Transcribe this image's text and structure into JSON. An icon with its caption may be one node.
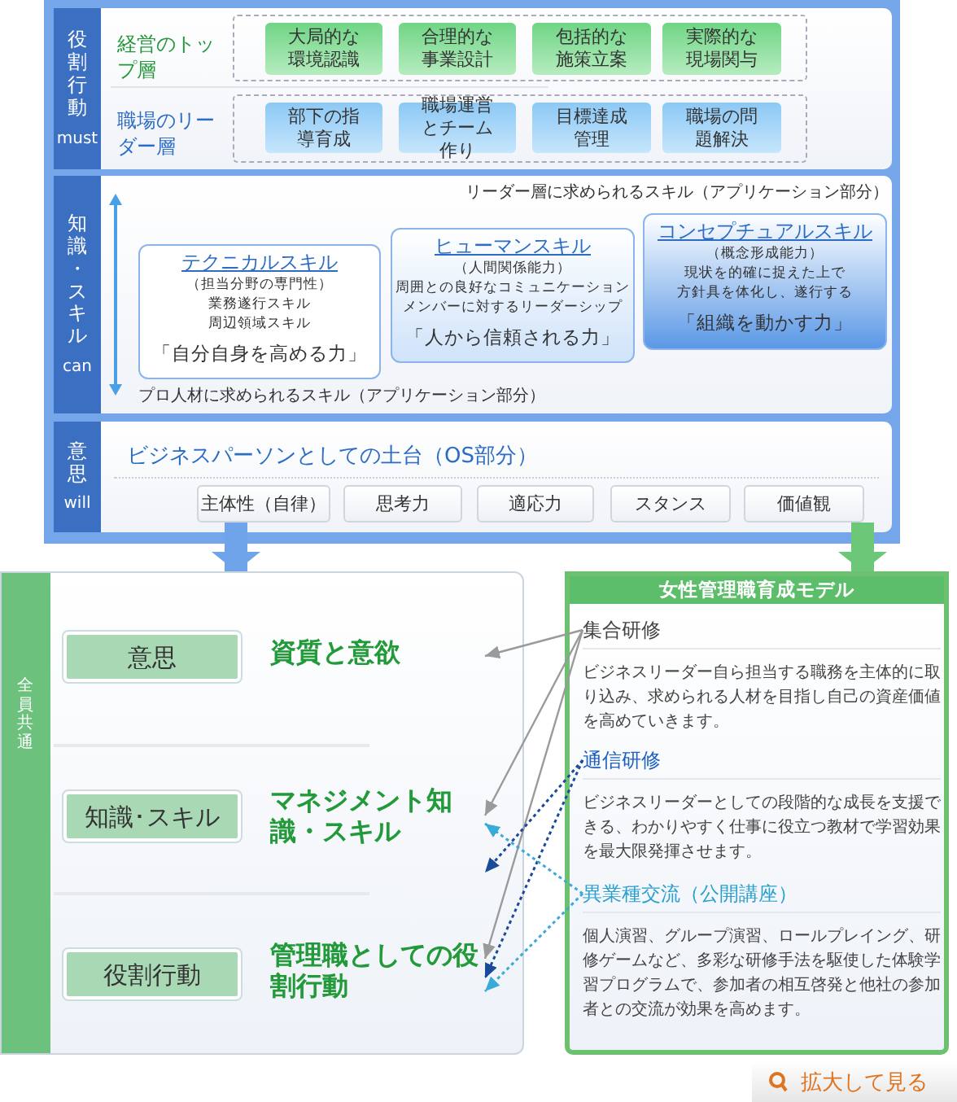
{
  "diagram": {
    "nodes": [
      {
        "text": [
          "役割行動",
          "must"
        ]
      },
      {
        "text": [
          "大局的な環境認識"
        ]
      },
      {
        "text": [
          "合理的な事業設計"
        ]
      },
      {
        "text": [
          "包括的な施策立案"
        ]
      },
      {
        "text": [
          "実際的な現場関与"
        ]
      },
      {
        "text": [
          "部下の指導育成"
        ]
      },
      {
        "text": [
          "職場運営とチーム作り"
        ]
      },
      {
        "text": [
          "目標達成管理"
        ]
      },
      {
        "text": [
          "職場の問題解決"
        ]
      },
      {
        "text": [
          "知識・スキル",
          "can"
        ]
      },
      {
        "text": [
          "テクニカルスキル",
          "（担当分野の専門性）",
          "業務遂行スキル",
          "周辺領域スキル",
          "「自分自身を高める力」"
        ]
      },
      {
        "text": [
          "ヒューマンスキル",
          "（人間関係能力）",
          "周囲との良好なコミュニケーション",
          "メンバーに対するリーダーシップ",
          "「人から信頼される力」"
        ]
      },
      {
        "text": [
          "コンセプチュアルスキル",
          "（概念形成能力）",
          "現状を的確に捉えた上で",
          "方針具を体化し、遂行する",
          "「組織を動かす力」"
        ]
      },
      {
        "text": [
          "意思",
          "will"
        ]
      },
      {
        "text": [
          "主体性（自律）"
        ]
      },
      {
        "text": [
          "思考力"
        ]
      },
      {
        "text": [
          "適応力"
        ]
      },
      {
        "text": [
          "スタンス"
        ]
      },
      {
        "text": [
          "価値観"
        ]
      },
      {
        "text": [
          "全員共通"
        ]
      },
      {
        "text": [
          "意思"
        ],
        "in": 19
      },
      {
        "text": [
          "知識･スキル"
        ],
        "in": 19
      },
      {
        "text": [
          "役割行動"
        ],
        "in": 19
      },
      {
        "text": [
          "資質と意欲"
        ],
        "in": 19
      },
      {
        "text": [
          "マネジメント知識・スキル"
        ],
        "in": 19
      },
      {
        "text": [
          "管理職としての役割行動"
        ],
        "in": 19
      },
      {
        "text": [
          "女性管理職育成モデル"
        ]
      },
      {
        "text": [
          "集合研修",
          "ビジネスリーダー自ら担当する職務を主体的に取り込み、求められる人材を目指し自己の資産価値を高めていきます。"
        ],
        "in": 26
      },
      {
        "text": [
          "通信研修",
          "ビジネスリーダーとしての段階的な成長を支援できる、わかりやすく仕事に役立つ教材で学習効果を最大限発揮させます。"
        ],
        "in": 26
      },
      {
        "text": [
          "異業種交流（公開講座）",
          "個人演習、グループ演習、ロールプレイング、研修ゲームなど、多彩な研修手法を駆使した体験学習プログラムで、参加者の相互啓発と他社の参加者との交流が効果を高めます。"
        ],
        "in": 26
      }
    ],
    "edges": [
      {
        "from": 27,
        "to": 23,
        "arrow": "to"
      },
      {
        "from": 27,
        "to": 24,
        "arrow": "to"
      },
      {
        "from": 27,
        "to": 25,
        "arrow": "to"
      },
      {
        "from": 28,
        "to": 24,
        "arrow": "to",
        "style": "dashed",
        "color": "#1a4a9a"
      },
      {
        "from": 28,
        "to": 25,
        "arrow": "to",
        "style": "dashed",
        "color": "#1a4a9a"
      },
      {
        "from": 29,
        "to": 24,
        "arrow": "to",
        "style": "dashed",
        "color": "#3aaad8"
      },
      {
        "from": 29,
        "to": 25,
        "arrow": "to",
        "style": "dashed",
        "color": "#3aaad8"
      },
      {
        "from": 14,
        "to": 19,
        "arrow": "to",
        "style": "thick",
        "color": "#6fa4ea"
      },
      {
        "from": 18,
        "to": 26,
        "arrow": "to",
        "style": "thick",
        "color": "#6cc878"
      }
    ],
    "labels": [
      "経営のトップ層",
      "職場のリーダー層",
      "リーダー層に求められるスキル（アプリケーション部分）",
      "プロ人材に求められるスキル（アプリケーション部分）",
      "ビジネスパーソンとしての土台（OS部分）",
      "拡大して見る"
    ]
  }
}
